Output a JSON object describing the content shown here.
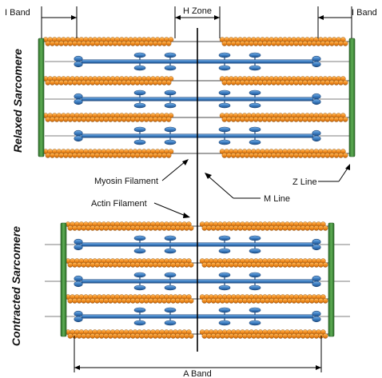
{
  "labels": {
    "i_band_left": "I Band",
    "h_zone": "H Zone",
    "i_band_right": "I Band",
    "relaxed_sarcomere": "Relaxed Sarcomere",
    "myosin_filament": "Myosin Filament",
    "z_line": "Z Line",
    "m_line": "M Line",
    "actin_filament": "Actin Filament",
    "contracted_sarcomere": "Contracted Sarcomere",
    "a_band": "A Band"
  },
  "colors": {
    "actin": "#f28c1e",
    "myosin": "#3d7fc4",
    "z_line": "#3f8d3a",
    "frame": "#4a4a4a",
    "m_line": "#000000"
  }
}
